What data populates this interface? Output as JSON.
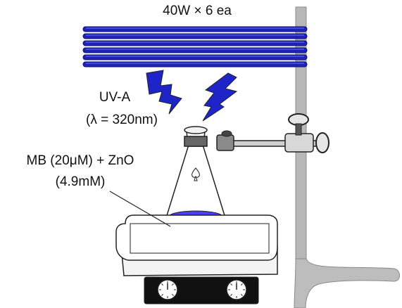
{
  "lamp": {
    "label": "40W × 6 ea",
    "tube_count": 6,
    "color": "#1f24b8"
  },
  "light": {
    "type_label": "UV-A",
    "wavelength_label": "(λ = 320nm)",
    "bolt_color": "#1f24c8"
  },
  "sample": {
    "solution_label": "MB (20μM) + ZnO",
    "concentration_label": "(4.9mM)",
    "liquid_color": "#2a1fd8"
  },
  "equipment": {
    "stir_plate_knobs": 2,
    "stand_color": "#b5b5b5"
  }
}
